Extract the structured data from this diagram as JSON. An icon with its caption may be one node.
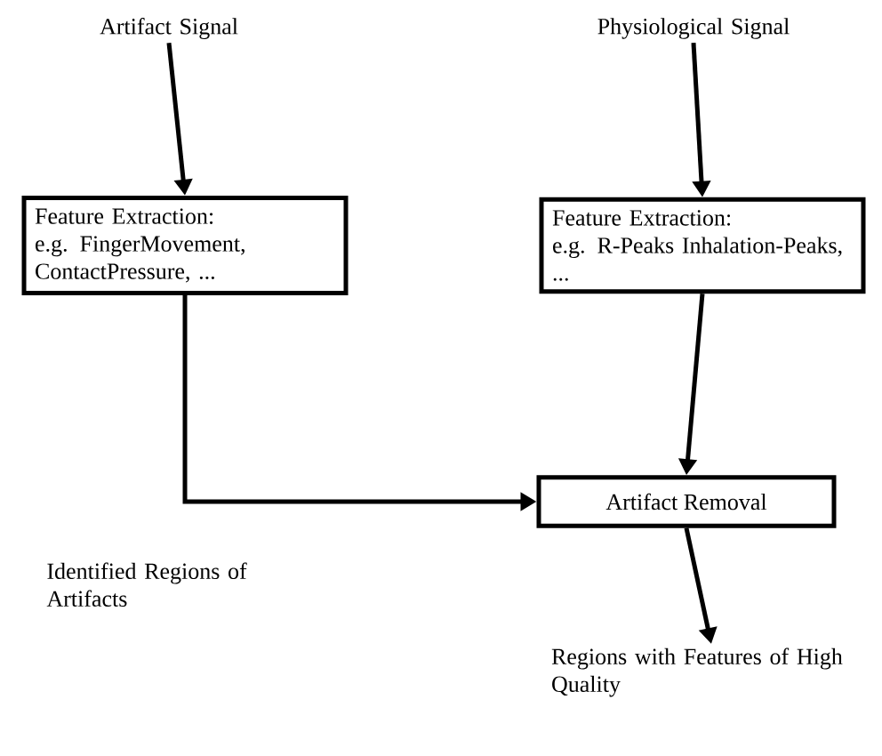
{
  "diagram": {
    "nodes": [
      {
        "text": [
          "Artifact Signal"
        ]
      },
      {
        "text": [
          "Feature Extraction:",
          "e.g. FingerMovement, ContactPressure, ..."
        ]
      },
      {
        "text": [
          "Physiological Signal"
        ]
      },
      {
        "text": [
          "Feature Extraction:",
          "e.g. R-Peaks Inhalation-Peaks, ..."
        ]
      },
      {
        "text": [
          "Artifact Removal"
        ]
      },
      {
        "text": [
          "Regions with Features of High Quality"
        ]
      }
    ],
    "edges": [
      {
        "from": 0,
        "to": 1,
        "arrow": "to"
      },
      {
        "from": 2,
        "to": 3,
        "arrow": "to"
      },
      {
        "from": 3,
        "to": 4,
        "arrow": "to"
      },
      {
        "from": 1,
        "to": 4,
        "arrow": "to",
        "label": "Identified Regions of Artifacts"
      },
      {
        "from": 4,
        "to": 5,
        "arrow": "to"
      }
    ]
  }
}
